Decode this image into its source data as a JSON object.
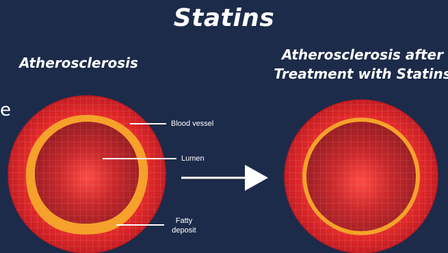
{
  "title": "Statins",
  "left_panel": {
    "heading": "Atherosclerosis"
  },
  "right_panel": {
    "heading_line1": "Atherosclerosis after",
    "heading_line2": "Treatment with Statins"
  },
  "edge_fragment": "e",
  "callouts": {
    "blood_vessel": "Blood vessel",
    "lumen": "Lumen",
    "fatty_line1": "Fatty",
    "fatty_line2": "deposit"
  },
  "colors": {
    "background": "#1c2b4a",
    "vessel_outer": "#e8262b",
    "vessel_lumen": "#a31f25",
    "fatty_deposit": "#f6a12b",
    "grid_lines": "#f5b3a6",
    "text": "#ffffff"
  }
}
